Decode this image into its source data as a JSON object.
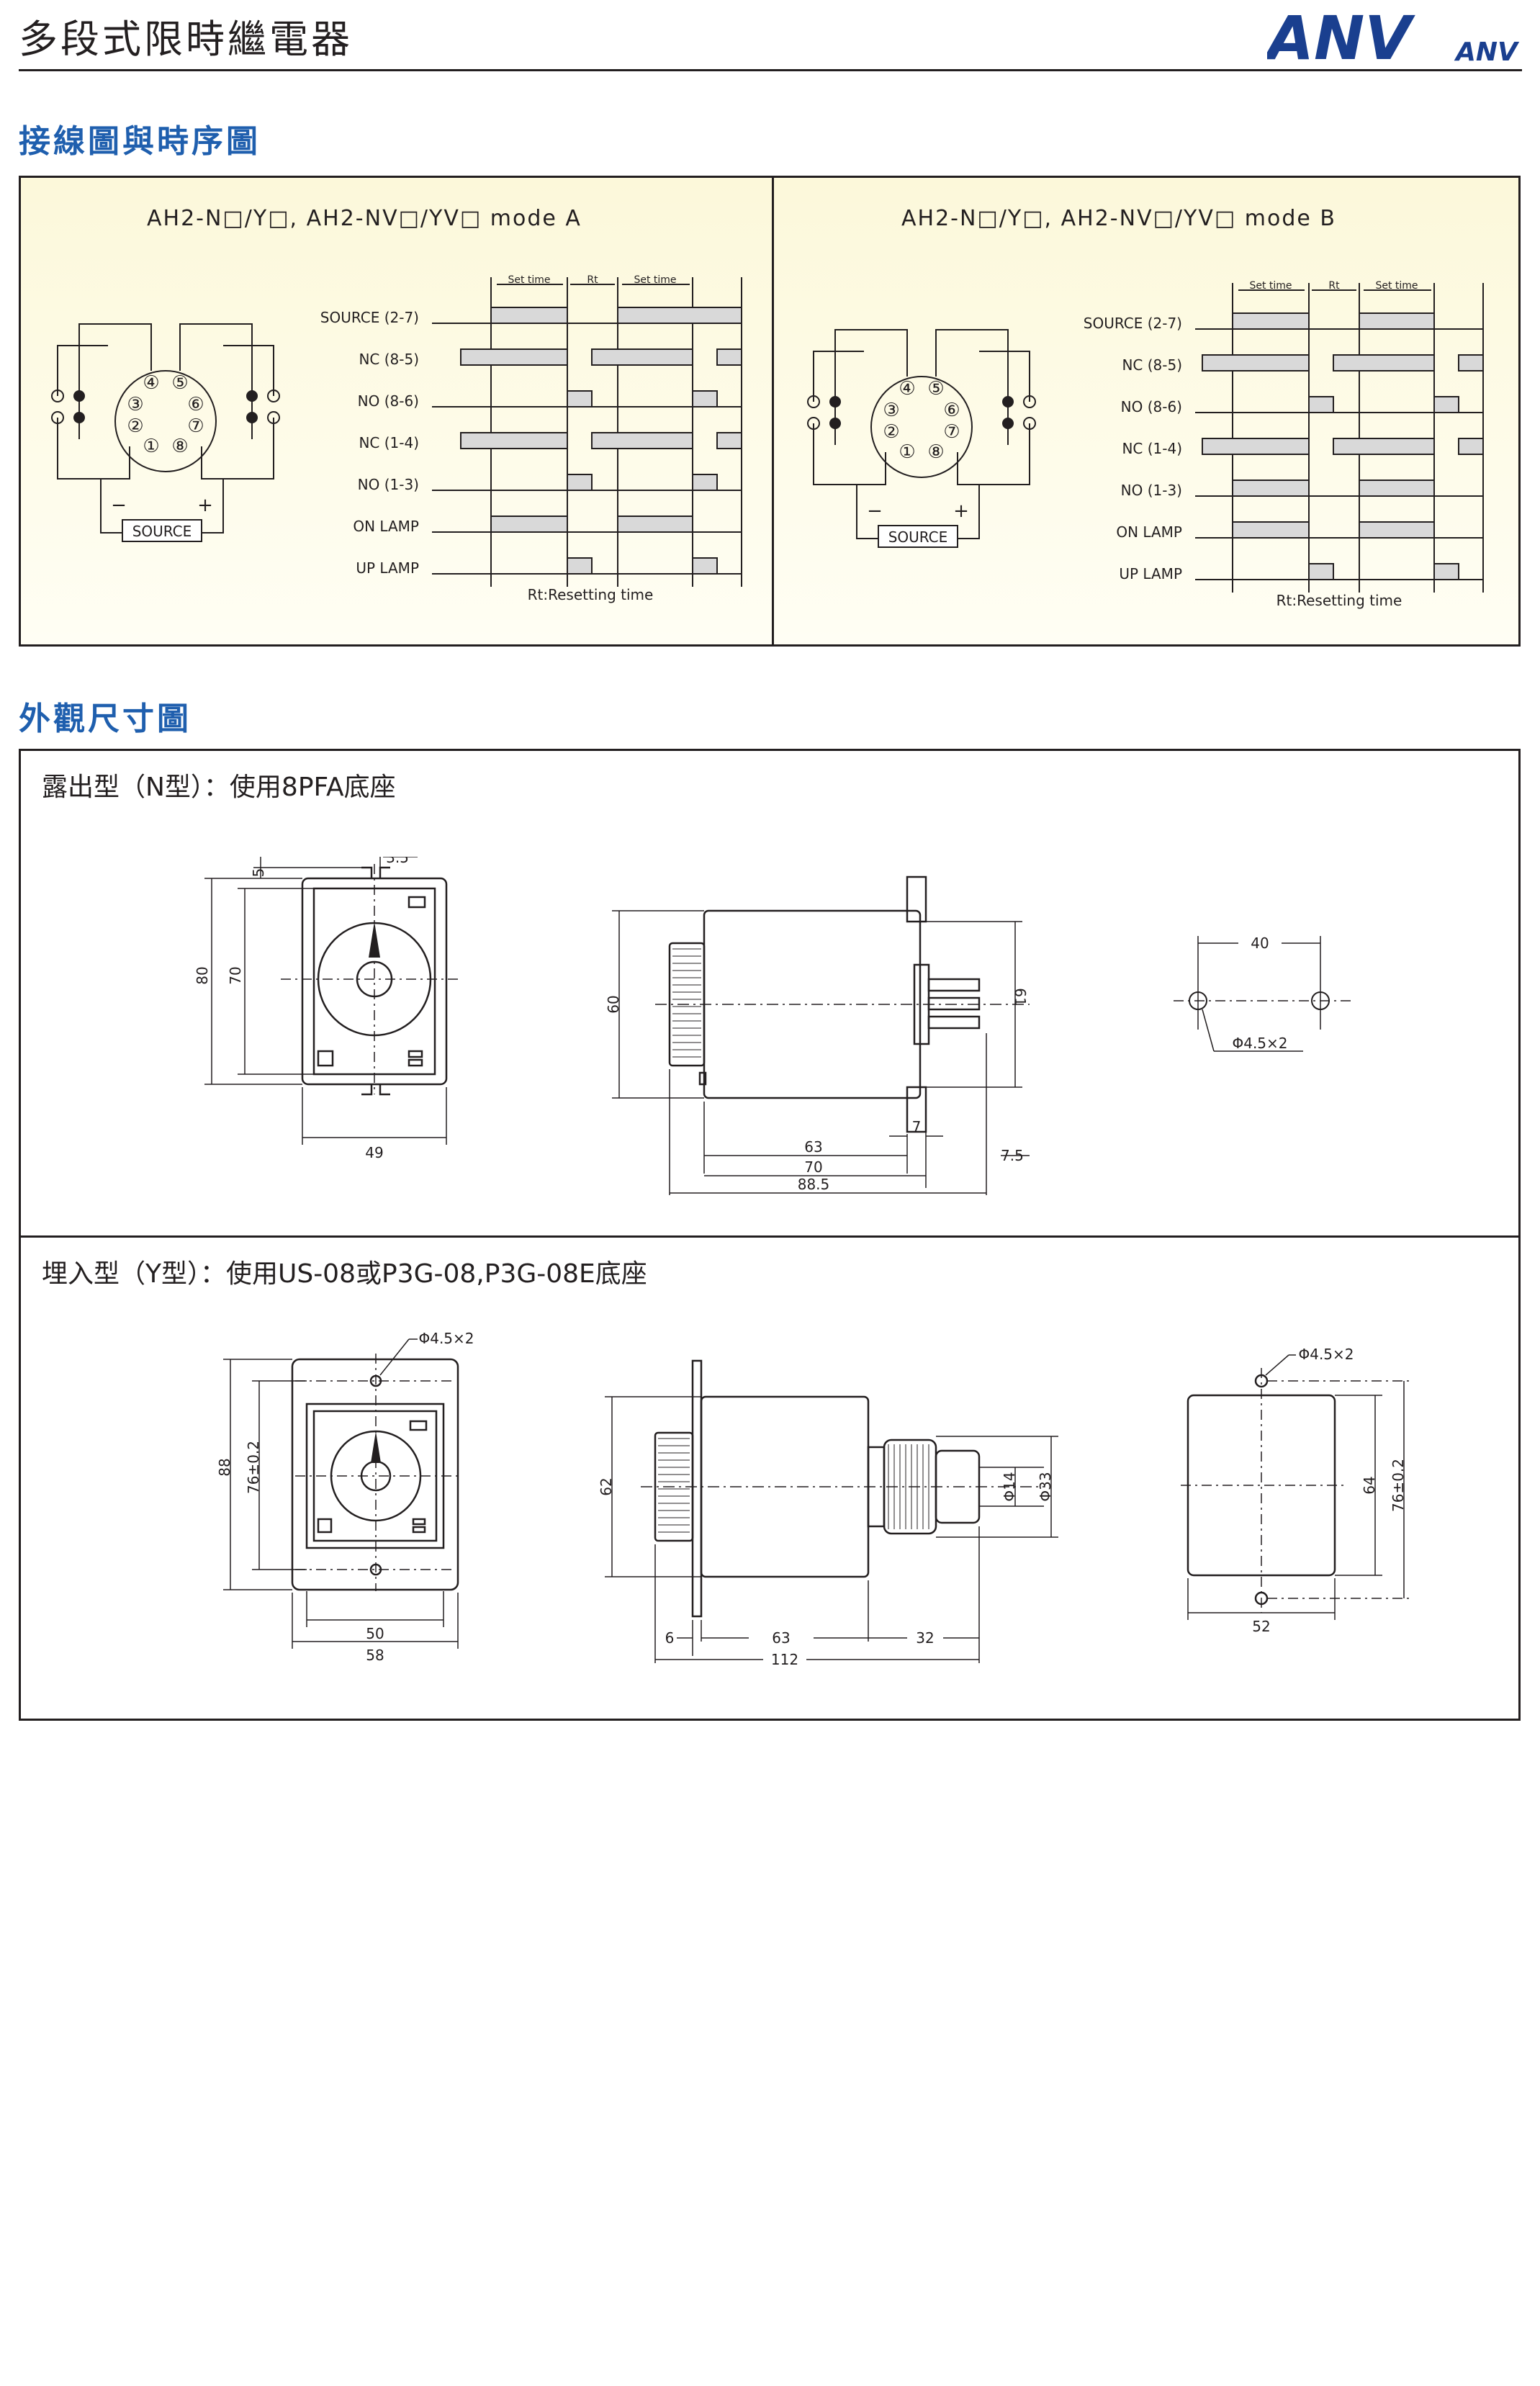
{
  "header": {
    "title": "多段式限時繼電器",
    "logo_main": "ANV",
    "logo_small": "ANV"
  },
  "sections": {
    "wiring_title": "接線圖與時序圖",
    "dimensions_title": "外觀尺寸圖"
  },
  "wiring": {
    "mode_a_title": "AH2-N□/Y□, AH2-NV□/YV□ mode A",
    "mode_b_title": "AH2-N□/Y□, AH2-NV□/YV□ mode B",
    "signals": [
      "SOURCE (2-7)",
      "NC (8-5)",
      "NO (8-6)",
      "NC (1-4)",
      "NO (1-3)",
      "ON LAMP",
      "UP LAMP"
    ],
    "set_time": "Set time",
    "rt": "Rt",
    "resetting_note": "Rt:Resetting time",
    "source_label": "SOURCE",
    "minus": "−",
    "plus": "+",
    "pins": [
      "④",
      "⑤",
      "③",
      "⑥",
      "②",
      "⑦",
      "①",
      "⑧"
    ]
  },
  "dimensions": {
    "n_type_title": "露出型（N型）：使用8PFA底座",
    "y_type_title": "埋入型（Y型）：使用US-08或P3G-08,P3G-08E底座",
    "n_front": {
      "d35": "3.5",
      "d5": "5",
      "d80": "80",
      "d70": "70",
      "d49": "49"
    },
    "n_side": {
      "d60": "60",
      "d61": "61",
      "d63": "63",
      "d70": "70",
      "d885": "88.5",
      "d7": "7",
      "d75": "7.5"
    },
    "n_mount": {
      "d40": "40",
      "hole": "Φ4.5×2"
    },
    "y_front": {
      "hole": "Φ4.5×2",
      "d88": "88",
      "d76": "76±0.2",
      "d50": "50",
      "d58": "58"
    },
    "y_side": {
      "d62": "62",
      "d14": "Φ14",
      "d33": "Φ33",
      "d6": "6",
      "d63": "63",
      "d32": "32",
      "d112": "112"
    },
    "y_cutout": {
      "hole": "Φ4.5×2",
      "d64": "64",
      "d76": "76±0.2",
      "d52": "52"
    }
  },
  "colors": {
    "section_blue": "#1f5fae",
    "logo_blue": "#1a3f8f",
    "wiring_bg": "#fcf8da",
    "pulse_fill": "#d9d9d9"
  }
}
